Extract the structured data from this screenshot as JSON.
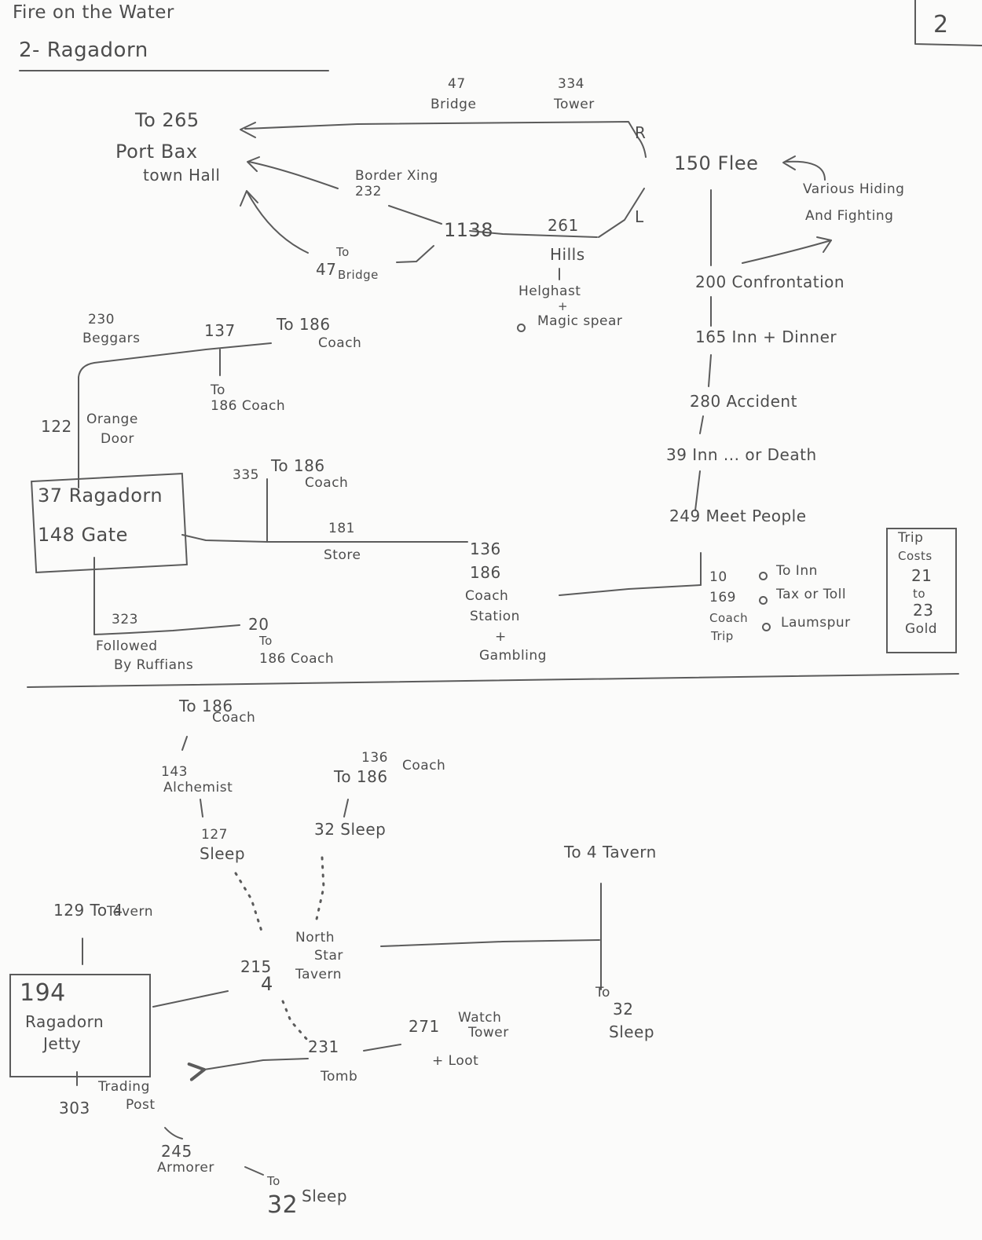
{
  "header": {
    "title": "Fire on the Water",
    "subtitle": "2- Ragadorn",
    "page_number": "2"
  },
  "top": {
    "bridge47": {
      "num": "47",
      "label": "Bridge"
    },
    "tower334": {
      "num": "334",
      "label": "Tower"
    },
    "r": "R",
    "l": "L",
    "to265": "To 265",
    "port_bax": "Port Bax",
    "town_hall": "town Hall",
    "border": "Border Xing",
    "n232": "232",
    "n1138": "1138",
    "hills": {
      "num": "261",
      "label": "Hills"
    },
    "helghast": "Helghast",
    "plus": "+",
    "magic_spear": "Magic spear",
    "to_bridge": {
      "to": "To",
      "num": "47",
      "label": "Bridge"
    },
    "flee": "150 Flee",
    "various1": "Various Hiding",
    "various2": "And Fighting",
    "beggars": {
      "num": "230",
      "label": "Beggars"
    },
    "n137": "137",
    "to186_coach_a": {
      "a": "To 186",
      "b": "Coach"
    },
    "to186_coach_b": {
      "a": "To",
      "b": "186 Coach"
    },
    "orange": {
      "num": "122",
      "a": "Orange",
      "b": "Door"
    },
    "gate": {
      "a": "37 Ragadorn",
      "b": "148 Gate"
    },
    "n335": {
      "num": "335",
      "a": "To 186",
      "b": "Coach"
    },
    "store": {
      "num": "181",
      "label": "Store"
    },
    "coach_station": {
      "a": "136",
      "b": "186",
      "c": "Coach",
      "d": "Station",
      "e": "+",
      "f": "Gambling"
    },
    "followed": {
      "num": "323",
      "a": "Followed",
      "b": "By Ruffians"
    },
    "to186_c": {
      "num": "20",
      "to": "To",
      "b": "186 Coach"
    },
    "chain": [
      "200 Confrontation",
      "165 Inn + Dinner",
      "280 Accident",
      "39 Inn ... or Death",
      "249 Meet People"
    ],
    "coach_trip": {
      "a": "10",
      "b": "169",
      "c": "Coach",
      "d": "Trip"
    },
    "trip_options": [
      "To Inn",
      "Tax or Toll",
      "Laumspur"
    ],
    "trip_costs": [
      "Trip",
      "Costs",
      "21",
      "to",
      "23",
      "Gold"
    ]
  },
  "bottom": {
    "top_coach": {
      "a": "To 186",
      "b": "Coach"
    },
    "alchemist": {
      "num": "143",
      "label": "Alchemist"
    },
    "sleep127": {
      "num": "127",
      "label": "Sleep"
    },
    "coach136": {
      "a": "136",
      "b": "To 186",
      "c": "Coach"
    },
    "sleep32": "32 Sleep",
    "to4_right": "To 4 Tavern",
    "tavern129": {
      "a": "129 To 4",
      "b": "Tavern"
    },
    "north_star": {
      "num1": "215",
      "num2": "4",
      "a": "North",
      "b": "Star",
      "c": "Tavern"
    },
    "jetty": {
      "a": "194",
      "b": "Ragadorn",
      "c": "Jetty"
    },
    "to32": {
      "a": "To",
      "b": "32",
      "c": "Sleep"
    },
    "watch": {
      "num": "271",
      "a": "Watch",
      "b": "Tower",
      "c": "+ Loot"
    },
    "tomb": {
      "num": "231",
      "label": "Tomb"
    },
    "trading": {
      "num": "303",
      "a": "Trading",
      "b": "Post"
    },
    "armorer": {
      "num": "245",
      "label": "Armorer"
    },
    "sleep_end": {
      "to": "To",
      "num": "32",
      "label": "Sleep"
    }
  }
}
